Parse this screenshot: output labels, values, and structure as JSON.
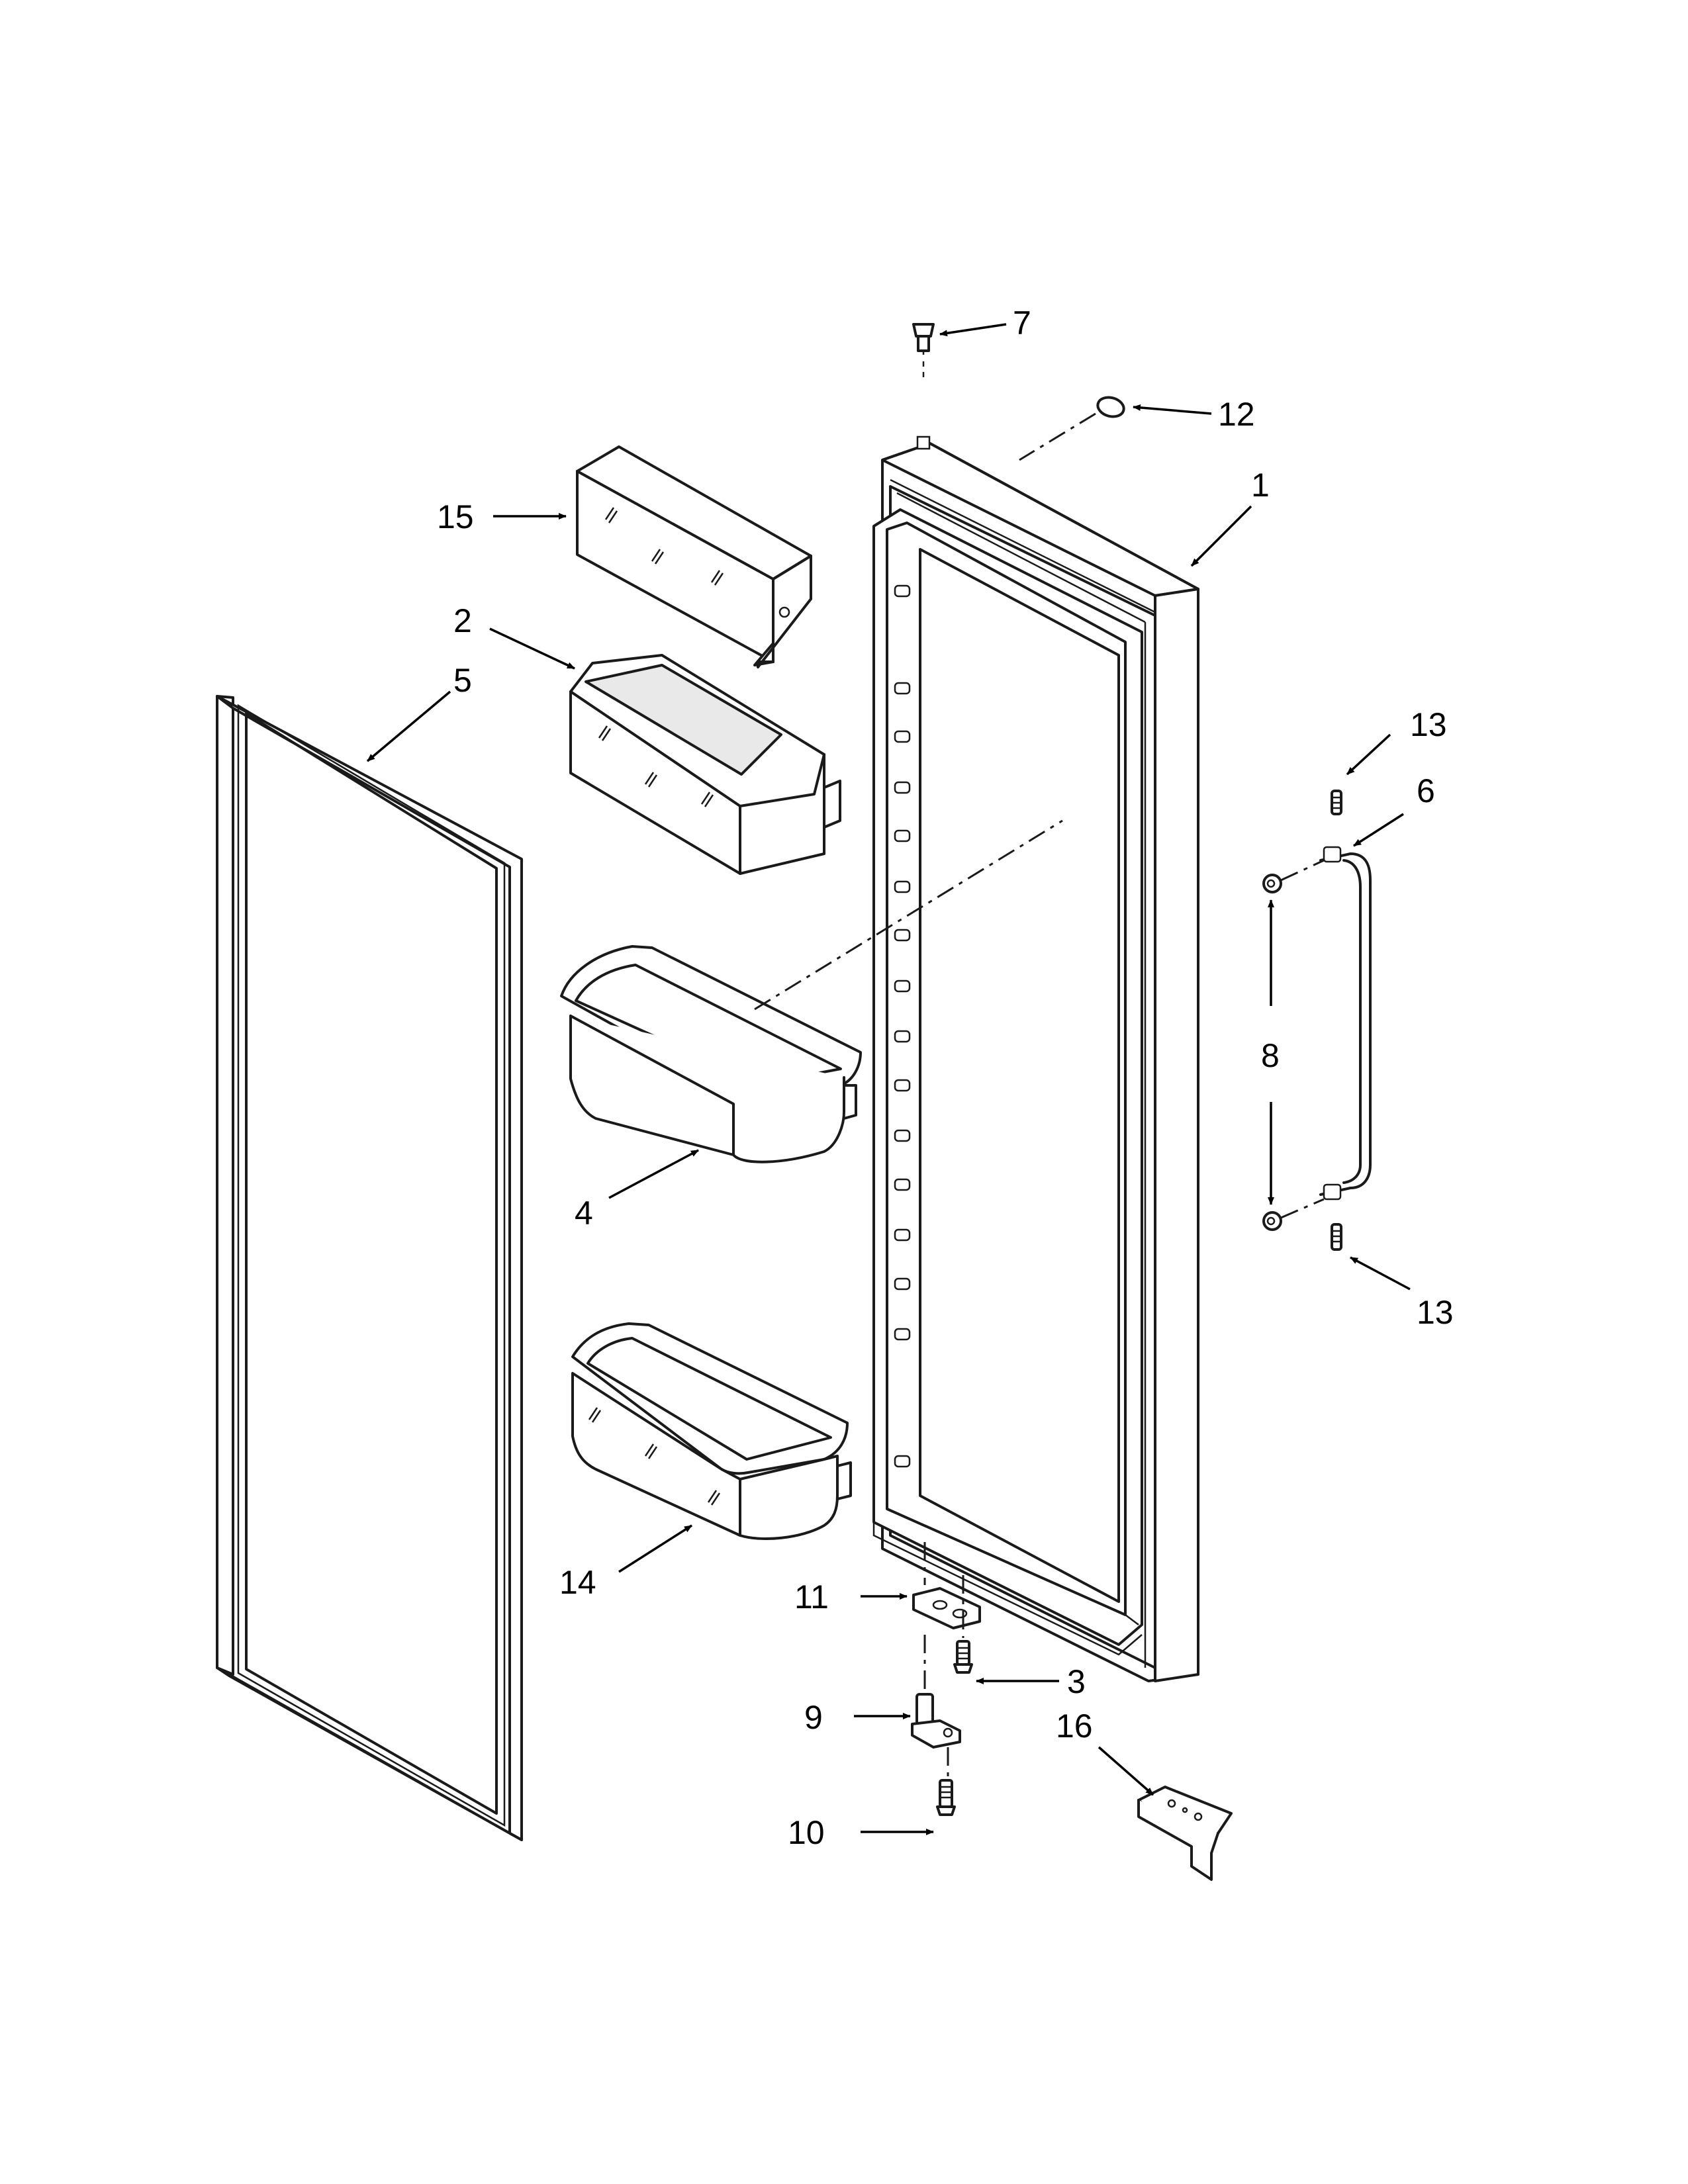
{
  "diagram": {
    "type": "exploded parts diagram",
    "callouts": {
      "c1": "1",
      "c2": "2",
      "c3": "3",
      "c4": "4",
      "c5": "5",
      "c6": "6",
      "c7": "7",
      "c8": "8",
      "c9": "9",
      "c10": "10",
      "c11": "11",
      "c12": "12",
      "c13a": "13",
      "c13b": "13",
      "c14": "14",
      "c15": "15",
      "c16": "16"
    }
  }
}
